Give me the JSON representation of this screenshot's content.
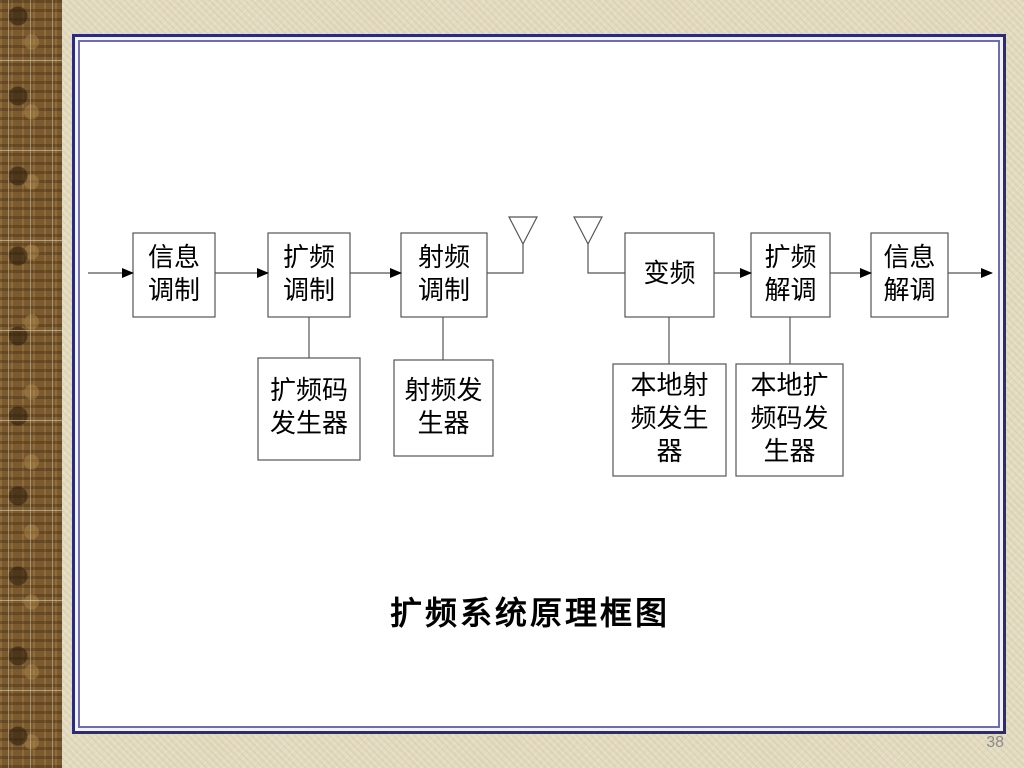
{
  "blocks": {
    "info_mod": "信息\n调制",
    "spread_mod": "扩频\n调制",
    "rf_mod": "射频\n调制",
    "spread_code_gen": "扩频码\n发生器",
    "rf_gen": "射频发\n生器",
    "freq_conv": "变频",
    "despread": "扩频\n解调",
    "info_demod": "信息\n解调",
    "local_rf_gen": "本地射\n频发生\n器",
    "local_code_gen": "本地扩\n频码发\n生器"
  },
  "caption": "扩频系统原理框图",
  "page_number": "38",
  "colors": {
    "frame_outer": "#2b2b7a",
    "frame_inner": "#6d6db0",
    "line": "#555555"
  }
}
